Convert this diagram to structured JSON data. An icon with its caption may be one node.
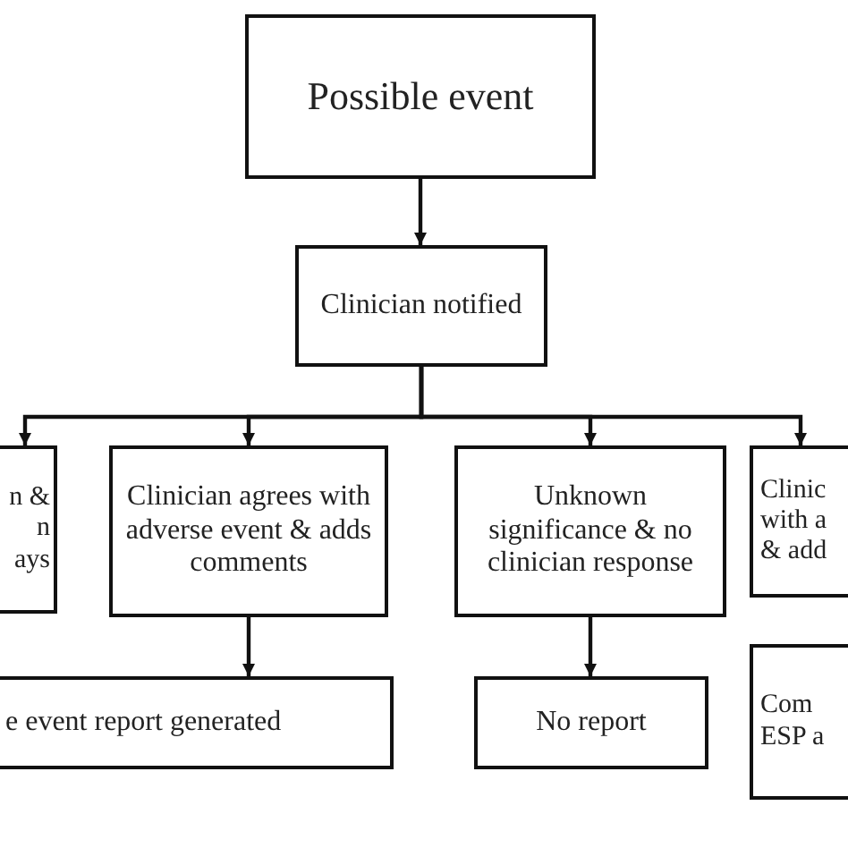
{
  "diagram": {
    "nodes": [
      {
        "text": [
          "Possible event"
        ]
      },
      {
        "text": [
          "Clinician notified"
        ]
      },
      {
        "text": [
          "n & n ays"
        ]
      },
      {
        "text": [
          "Clinician agrees with adverse event & adds comments"
        ]
      },
      {
        "text": [
          "Unknown significance & no clinician response"
        ]
      },
      {
        "text": [
          "Clinic with a & add"
        ]
      },
      {
        "text": [
          "e event report generated"
        ]
      },
      {
        "text": [
          "No report"
        ]
      },
      {
        "text": [
          "Com ESP a"
        ]
      }
    ],
    "edges": [
      {
        "from": 0,
        "to": 1,
        "arrow": "to"
      },
      {
        "from": 1,
        "to": 2,
        "arrow": "to"
      },
      {
        "from": 1,
        "to": 3,
        "arrow": "to"
      },
      {
        "from": 1,
        "to": 4,
        "arrow": "to"
      },
      {
        "from": 1,
        "to": 5,
        "arrow": "to"
      },
      {
        "from": 3,
        "to": 6,
        "arrow": "to"
      },
      {
        "from": 4,
        "to": 7,
        "arrow": "to"
      }
    ]
  }
}
